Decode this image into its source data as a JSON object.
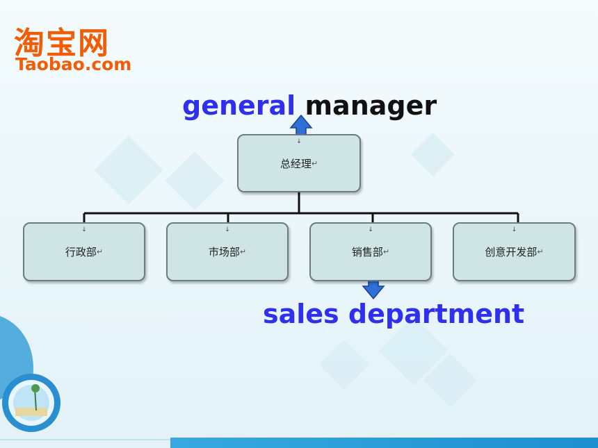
{
  "logo": {
    "cn": "淘宝网",
    "en": "Taobao.com"
  },
  "diagram": {
    "root": "总经理",
    "children": [
      "行政部",
      "市场部",
      "销售部",
      "创意开发部"
    ],
    "enter_mark": "↵",
    "tick_mark": "↓"
  },
  "captions": {
    "top_word1": "general",
    "top_word2": "manager",
    "bottom": "sales department"
  },
  "colors": {
    "caption_blue": "#2f2ff0",
    "node_fill": "#cfe5e5",
    "arrow_blue": "#2e6fd8",
    "logo_orange": "#f25c05"
  }
}
